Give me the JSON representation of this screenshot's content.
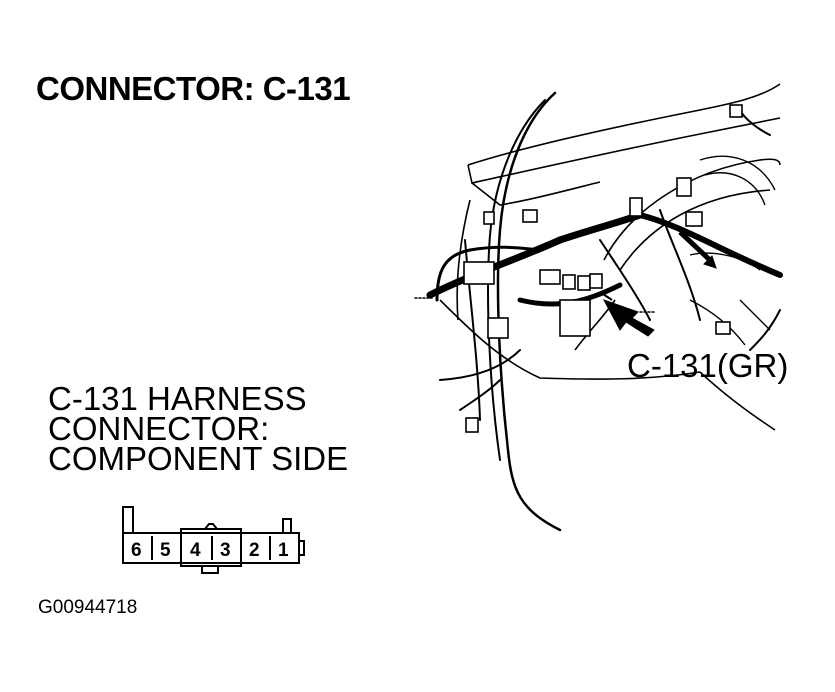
{
  "title": "CONNECTOR: C-131",
  "harness_label": [
    "C-131 HARNESS",
    "CONNECTOR:",
    "COMPONENT SIDE"
  ],
  "connector_pins": [
    "6",
    "5",
    "4",
    "3",
    "2",
    "1"
  ],
  "callout": "C-131(GR)",
  "figure_id": "G00944718"
}
